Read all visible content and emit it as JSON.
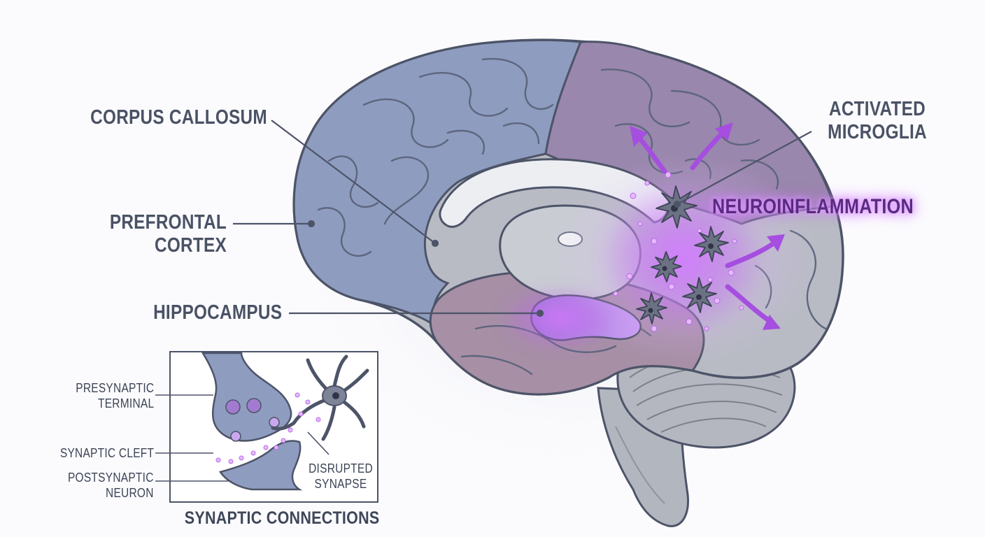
{
  "labels": {
    "corpus_callosum": "CORPUS CALLOSUM",
    "prefrontal_cortex": [
      "PREFRONTAL",
      "CORTEX"
    ],
    "hippocampus": "HIPPOCAMPUS",
    "activated_microglia": [
      "ACTIVATED",
      "MICROGLIA"
    ],
    "neuroinflammation": "NEUROINFLAMMATION"
  },
  "inset": {
    "title": "SYNAPTIC CONNECTIONS",
    "presynaptic_terminal": [
      "PRESYNAPTIC",
      "TERMINAL"
    ],
    "synaptic_cleft": "SYNAPTIC CLEFT",
    "postsynaptic_neuron": [
      "POSTSYNAPTIC",
      "NEURON"
    ],
    "disrupted_synapse": [
      "DISRUPTED",
      "SYNAPSE"
    ]
  },
  "colors": {
    "frontal_blue": "#8e9cc0",
    "parietal_purple": "#9a87ad",
    "temporal_mauve": "#a78fa6",
    "inner_gray": "#b9bcc4",
    "glow_purple": "#c66cf2",
    "outline": "#4d5468",
    "label_text": "#4a5265",
    "neuro_text": "#5b2a83"
  },
  "icons": {
    "arrow": "purple-arrow-icon",
    "microglia": "microglia-cell-icon",
    "vesicle": "vesicle-icon"
  }
}
